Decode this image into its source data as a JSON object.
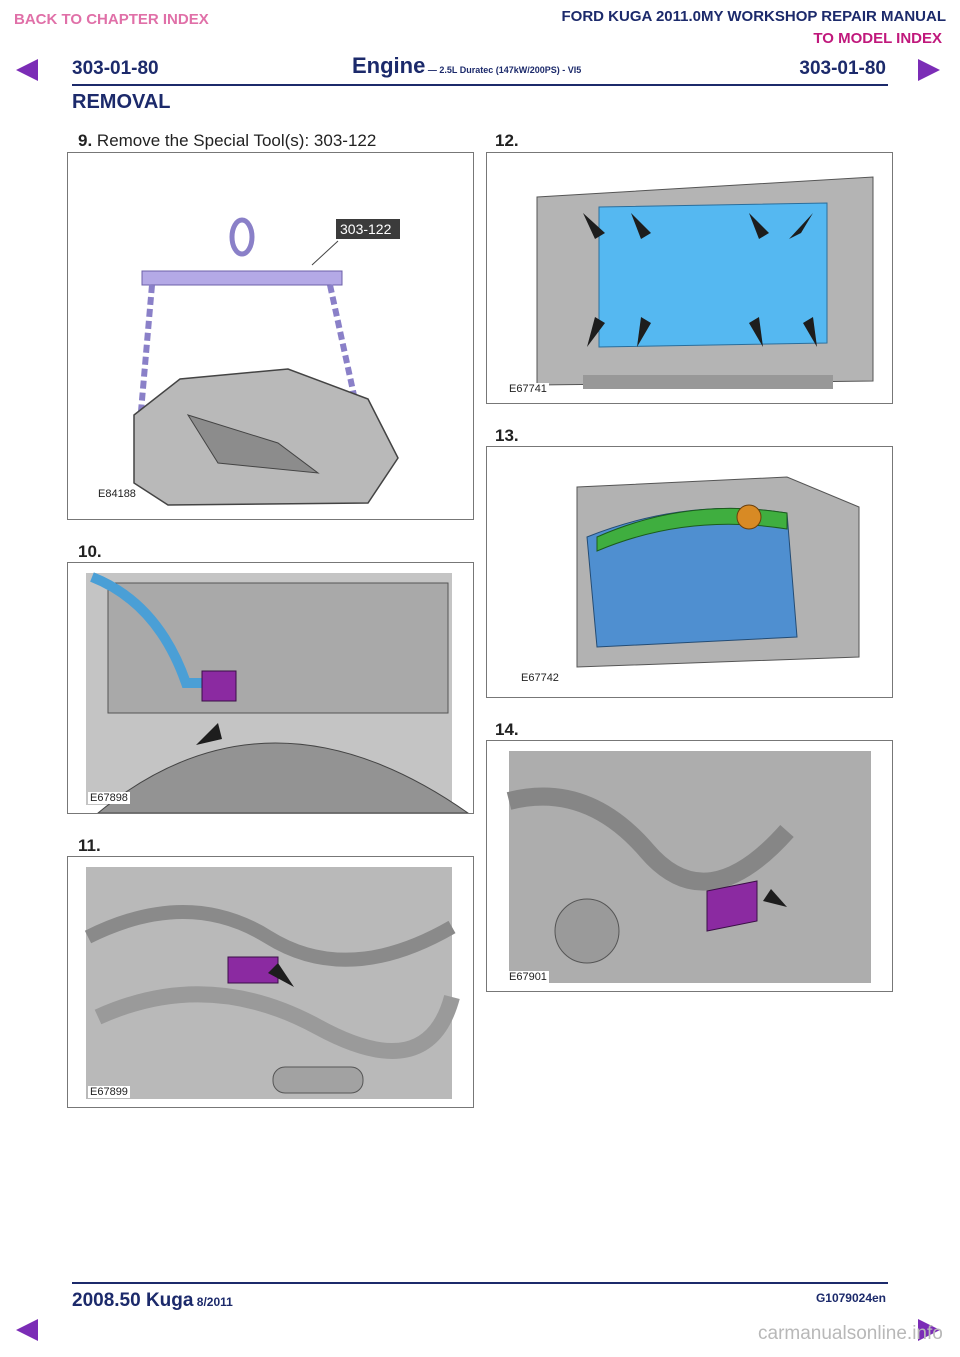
{
  "header": {
    "back_link": "BACK TO CHAPTER INDEX",
    "manual_title": "FORD KUGA 2011.0MY WORKSHOP REPAIR MANUAL",
    "model_link": "TO MODEL INDEX",
    "page_code_left": "303-01-80",
    "page_code_right": "303-01-80",
    "chapter": "Engine",
    "chapter_sub": " — 2.5L Duratec (147kW/200PS) - VI5",
    "section": "REMOVAL",
    "accent_color": "#7b2cb6"
  },
  "steps": [
    {
      "number": "9.",
      "text": " Remove the Special Tool(s): 303-122",
      "figure": "E84188",
      "callout": "303-122"
    },
    {
      "number": "10.",
      "text": "",
      "figure": "E67898"
    },
    {
      "number": "11.",
      "text": "",
      "figure": "E67899"
    },
    {
      "number": "12.",
      "text": "",
      "figure": "E67741"
    },
    {
      "number": "13.",
      "text": "",
      "figure": "E67742"
    },
    {
      "number": "14.",
      "text": "",
      "figure": "E67901"
    }
  ],
  "footer": {
    "model": "2008.50 Kuga",
    "date": " 8/2011",
    "doc_code": "G1079024en",
    "watermark": "carmanualsonline.info"
  },
  "icons": {
    "prev_page": "left-arrow-icon",
    "next_page": "right-arrow-icon"
  }
}
